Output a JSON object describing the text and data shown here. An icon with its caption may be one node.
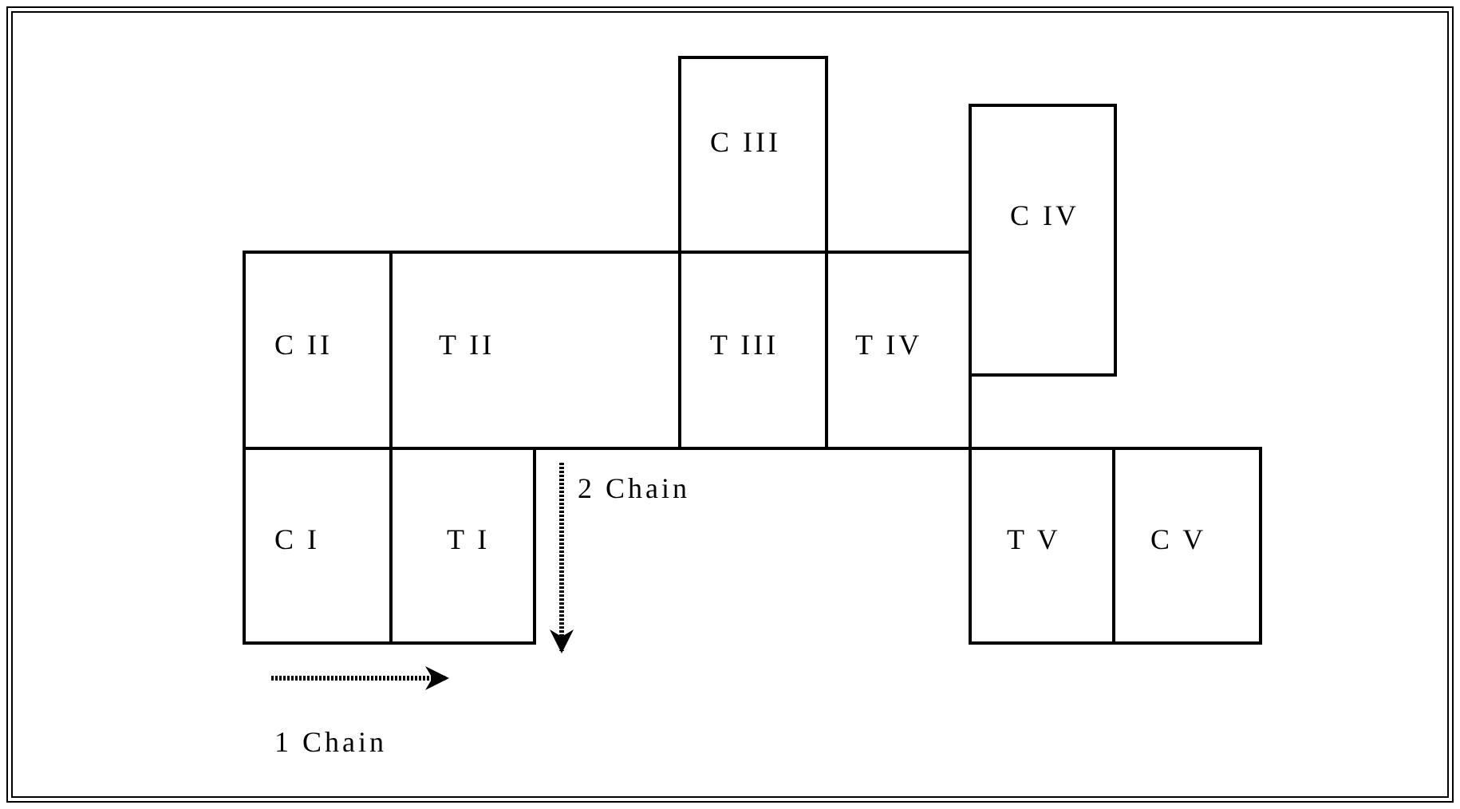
{
  "diagram": {
    "nodes": [
      {
        "text": [
          "C III"
        ]
      },
      {
        "text": [
          "C IV"
        ]
      },
      {
        "text": [
          "C II"
        ]
      },
      {
        "text": [
          "T II"
        ]
      },
      {
        "text": [
          "T III"
        ]
      },
      {
        "text": [
          "T IV"
        ]
      },
      {
        "text": [
          "C I"
        ]
      },
      {
        "text": [
          "T I"
        ]
      },
      {
        "text": [
          "T V"
        ]
      },
      {
        "text": [
          "C V"
        ]
      }
    ],
    "edges": [],
    "labels": [
      "2 Chain",
      "1 Chain"
    ]
  }
}
